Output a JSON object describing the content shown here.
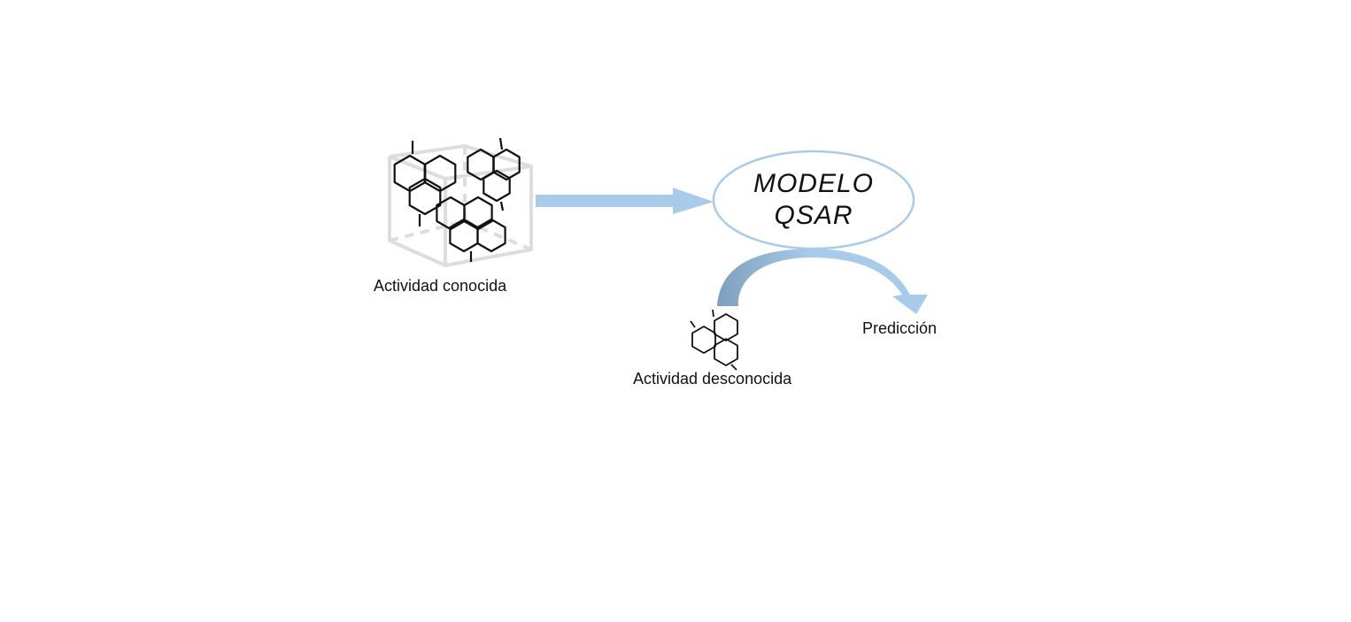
{
  "labels": {
    "known_activity": "Actividad conocida",
    "unknown_activity": "Actividad desconocida",
    "prediction": "Predicción"
  },
  "model": {
    "line1": "MODELO",
    "line2": "QSAR"
  },
  "colors": {
    "arrow": "#a9cbea",
    "arrow_dark": "#7e9fbe",
    "ellipse_border": "#a9cbea",
    "cube": "#dddddd",
    "molecule": "#111111"
  }
}
